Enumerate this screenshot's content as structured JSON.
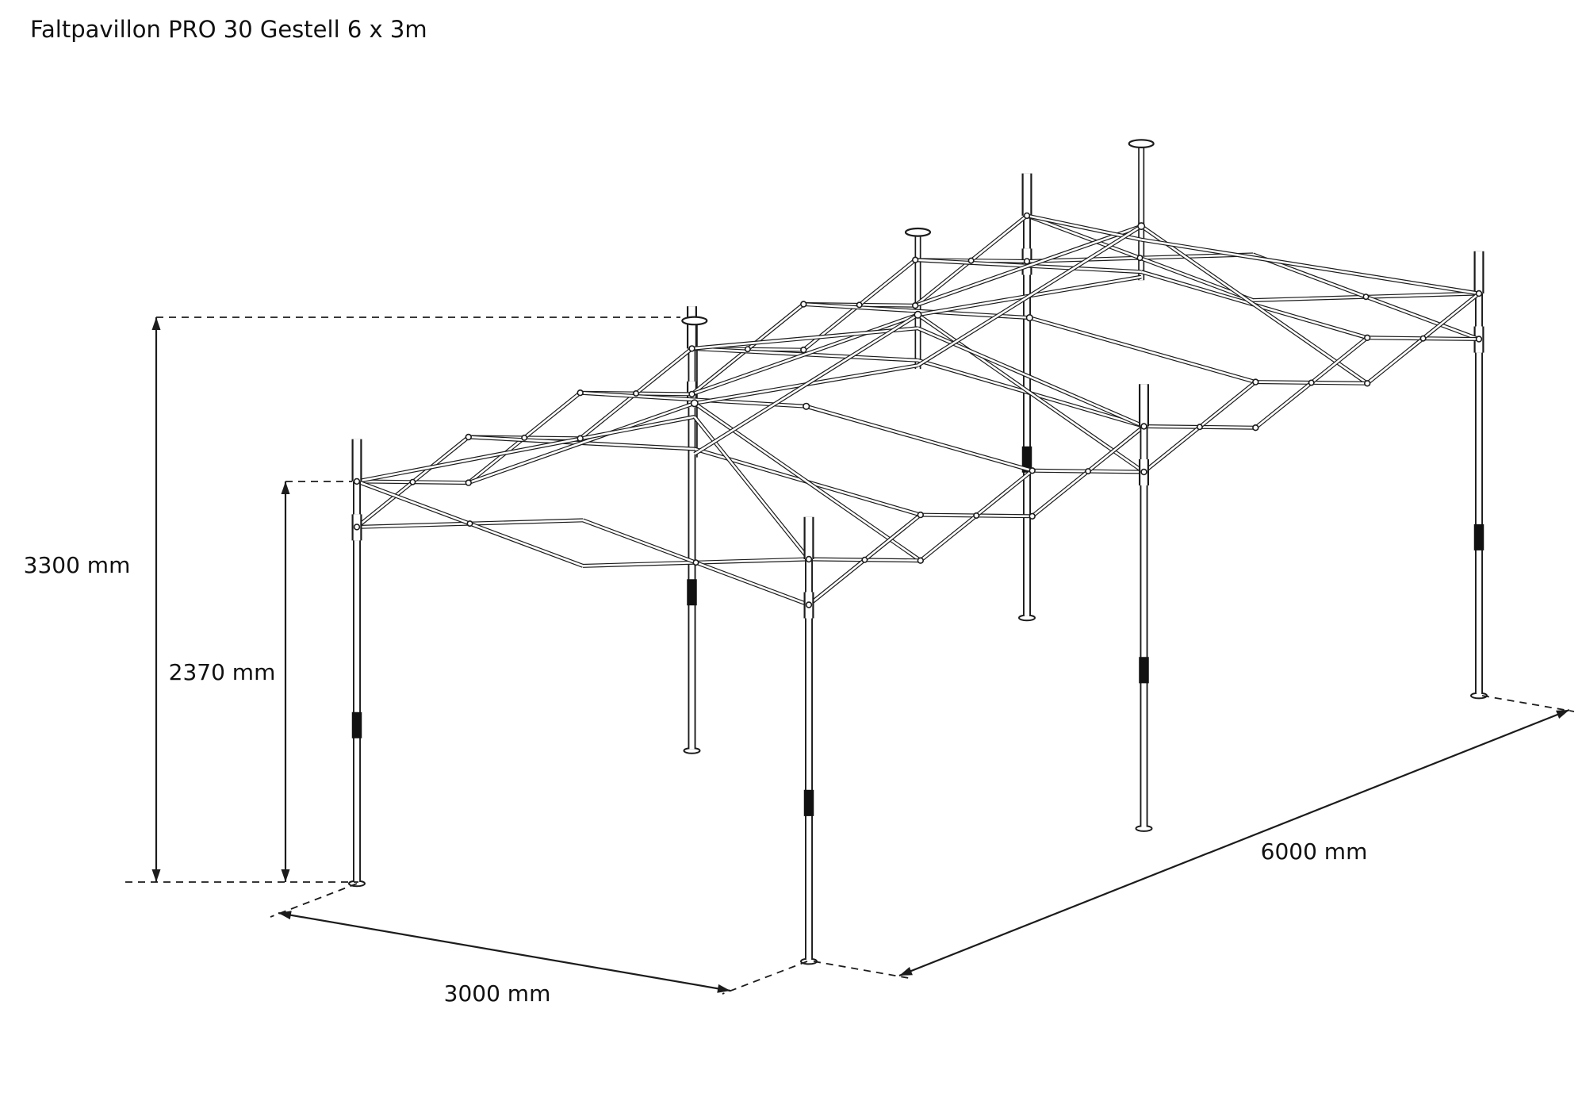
{
  "title": "Faltpavillon PRO 30 Gestell 6 x 3m",
  "dimensions": {
    "total_height": "3300 mm",
    "leg_height": "2370 mm",
    "width": "3000 mm",
    "length": "6000 mm"
  },
  "colors": {
    "line": "#1c1c1c",
    "clamp": "#111111",
    "background": "#ffffff"
  }
}
